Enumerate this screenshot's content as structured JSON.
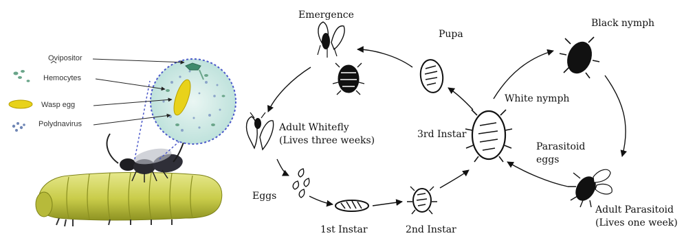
{
  "infection_panel": {
    "legend": {
      "ovipositor": "Ovipositor",
      "hemocytes": "Hemocytes",
      "wasp_egg": "Wasp egg",
      "polydnavirus": "Polydnavirus"
    }
  },
  "life_cycle": {
    "emergence": "Emergence",
    "pupa": "Pupa",
    "black_nymph": "Black nymph",
    "white_nymph": "White nymph",
    "third_instar": "3rd Instar",
    "parasitoid_eggs_1": "Parasitoid",
    "parasitoid_eggs_2": "eggs",
    "adult_whitefly_1": "Adult Whitefly",
    "adult_whitefly_2": "(Lives three weeks)",
    "eggs": "Eggs",
    "first_instar": "1st Instar",
    "second_instar": "2nd Instar",
    "adult_parasitoid_1": "Adult Parasitoid",
    "adult_parasitoid_2": "(Lives one week)"
  },
  "colors": {
    "caterpillar": "#c9cc4a",
    "zoom_circle": "#cfe9e6",
    "wasp_egg": "#e8d21a",
    "hemocyte": "#6aa58a",
    "virus": "#6f86b5",
    "insect_dark": "#111111"
  }
}
